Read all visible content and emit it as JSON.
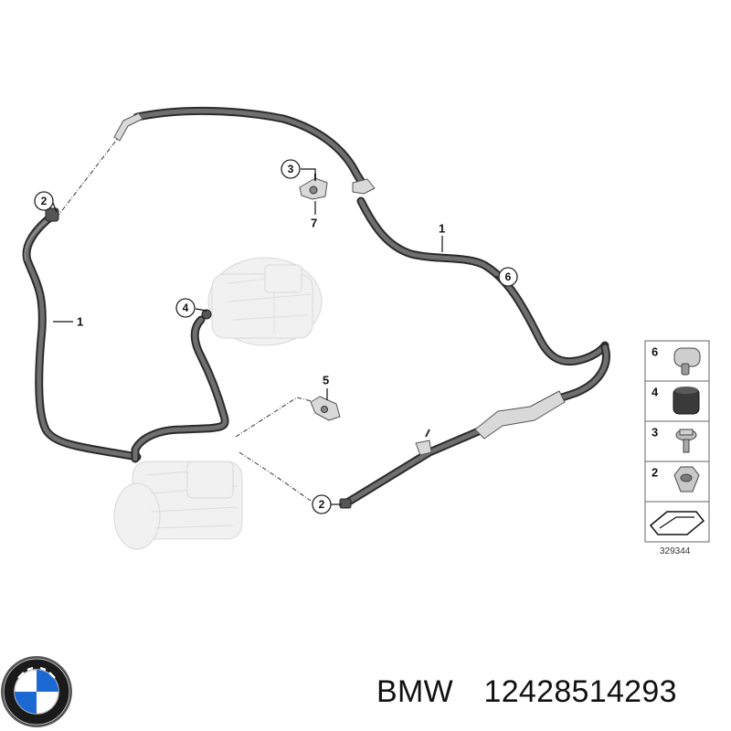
{
  "callouts": {
    "c2_top": "2",
    "c2_bottom": "2",
    "c3": "3",
    "c4": "4",
    "c6": "6"
  },
  "labels": {
    "l1_left": "1",
    "l1_right": "1",
    "l7": "7",
    "l5": "5"
  },
  "legend": {
    "items": [
      "6",
      "4",
      "3",
      "2"
    ],
    "reference": "329344"
  },
  "brand": {
    "name": "BMW",
    "part_number": "12428514293",
    "logo_letters": "BMW"
  },
  "colors": {
    "cable": "#2b2b2b",
    "logo_blue": "#1c69d4",
    "logo_ring": "#111111"
  }
}
